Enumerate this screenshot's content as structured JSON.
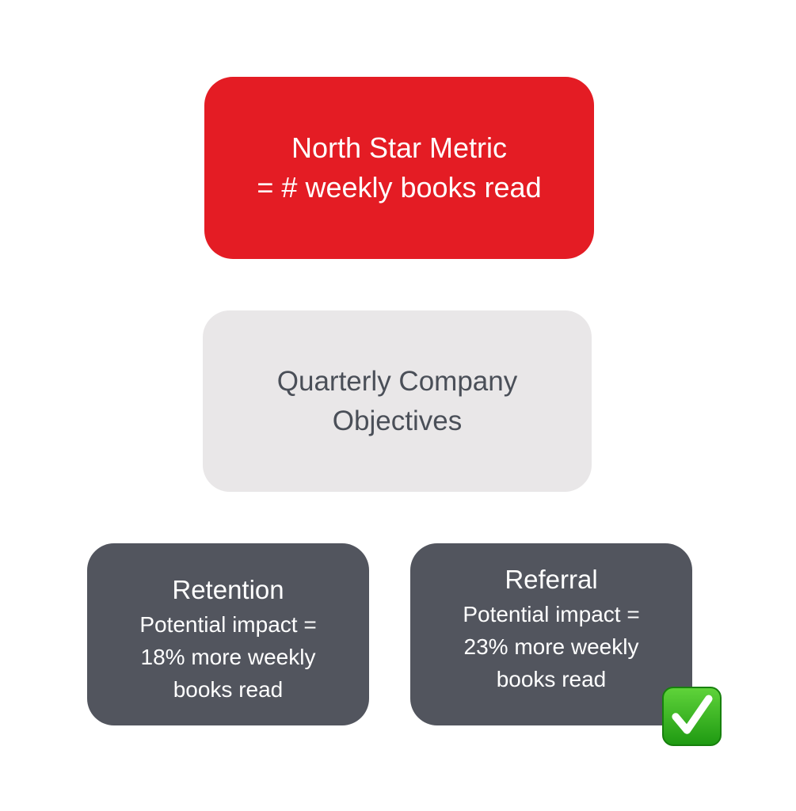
{
  "north_star": {
    "line1": "North Star Metric",
    "line2": "= # weekly books read"
  },
  "objectives": {
    "line1": "Quarterly Company",
    "line2": "Objectives"
  },
  "options": [
    {
      "title": "Retention",
      "line1": "Potential impact =",
      "line2": "18% more weekly",
      "line3": "books read"
    },
    {
      "title": "Referral",
      "line1": "Potential impact =",
      "line2": "23% more weekly",
      "line3": "books read"
    }
  ],
  "selected_icon": "check-mark-button-icon",
  "colors": {
    "north_star": "#e41c24",
    "objectives": "#e9e7e8",
    "options": "#52555e",
    "check": "#3cb825"
  }
}
